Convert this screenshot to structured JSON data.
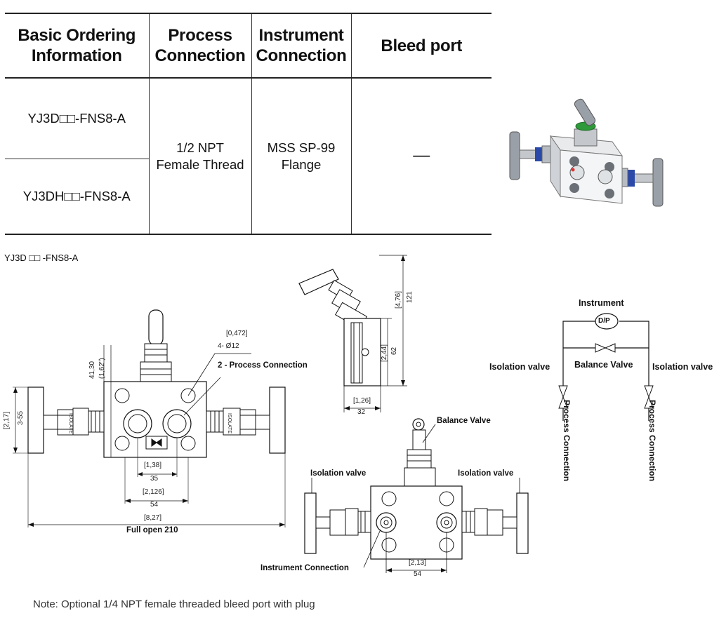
{
  "table": {
    "headers": [
      "Basic Ordering Information",
      "Process Connection",
      "Instrument Connection",
      "Bleed port"
    ],
    "rows": [
      {
        "model": "YJ3D□□-FNS8-A"
      },
      {
        "model": "YJ3DH□□-FNS8-A"
      }
    ],
    "process_connection": "1/2 NPT Female Thread",
    "process_connection_lines": [
      "1/2 NPT",
      "Female Thread"
    ],
    "instrument_connection_lines": [
      "MSS SP-99",
      "Flange"
    ],
    "bleed_port": "—"
  },
  "drawing": {
    "model_caption": "YJ3D □□ -FNS8-A",
    "front": {
      "dim_hole_inch": "[0,472]",
      "dim_hole_mm": "4- Ø12",
      "process_connection_label": "2 - Process Connection",
      "dim_height_inch": "41,30",
      "dim_height_mm": "(1,62\")",
      "dim_side_inch": "[2,17]",
      "dim_side_mm": "3-55",
      "dim_center_inch": "[1,38]",
      "dim_center_mm": "35",
      "dim_width_inch": "[2,126]",
      "dim_width_mm": "54",
      "dim_full_inch": "[8,27]",
      "dim_full_label": "Full open 210",
      "valve_tag": "ISOLATE"
    },
    "side": {
      "dim_total_inch": "[4,76]",
      "dim_total_mm": "121",
      "dim_body_inch": "[2,44]",
      "dim_body_mm": "62",
      "dim_depth_inch": "[1,26]",
      "dim_depth_mm": "32"
    },
    "back": {
      "balance_valve_label": "Balance Valve",
      "isolation_left_label": "Isolation valve",
      "isolation_right_label": "Isolation valve",
      "instrument_connection_label": "Instrument Connection",
      "dim_inch": "[2,13]",
      "dim_mm": "54"
    },
    "schematic": {
      "instrument_label": "Instrument",
      "dp_label": "D/P",
      "balance_label": "Balance Valve",
      "isolation_left_label": "Isolation valve",
      "isolation_right_label": "Isolation valve",
      "process_left_label": "Process Connection",
      "process_right_label": "Process Connection"
    }
  },
  "note": "Note: Optional 1/4 NPT female threaded bleed port with plug",
  "colors": {
    "valve_green": "#2f9a3a",
    "valve_blue": "#2a49a8",
    "line": "#111111"
  }
}
